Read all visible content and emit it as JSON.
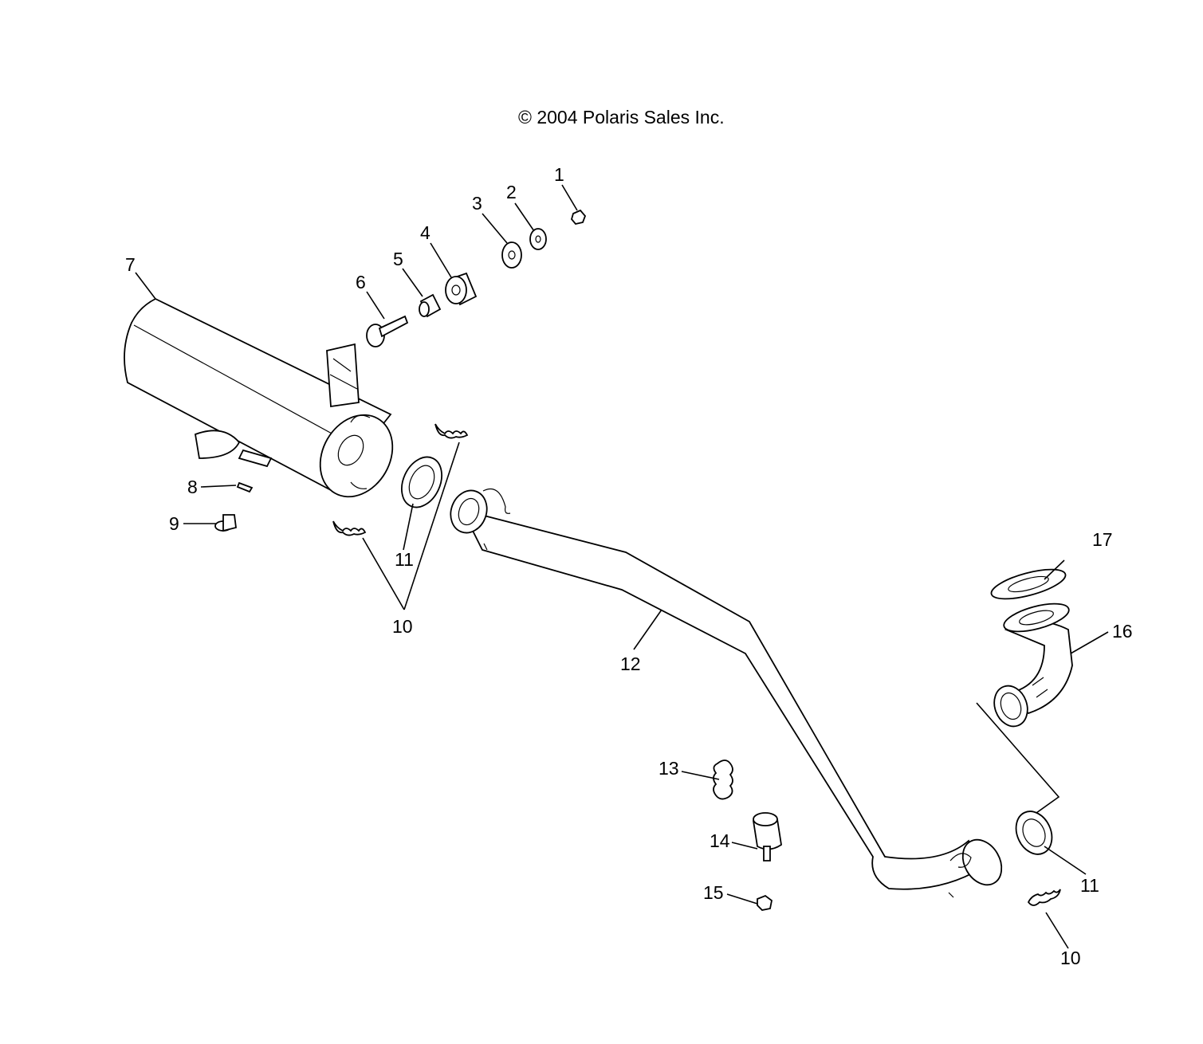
{
  "copyright": "© 2004 Polaris Sales Inc.",
  "callouts": [
    "1",
    "2",
    "3",
    "4",
    "5",
    "6",
    "7",
    "8",
    "9",
    "10",
    "11",
    "12",
    "13",
    "14",
    "15",
    "16",
    "17"
  ],
  "callout_extra": [
    "10",
    "11",
    "10"
  ]
}
